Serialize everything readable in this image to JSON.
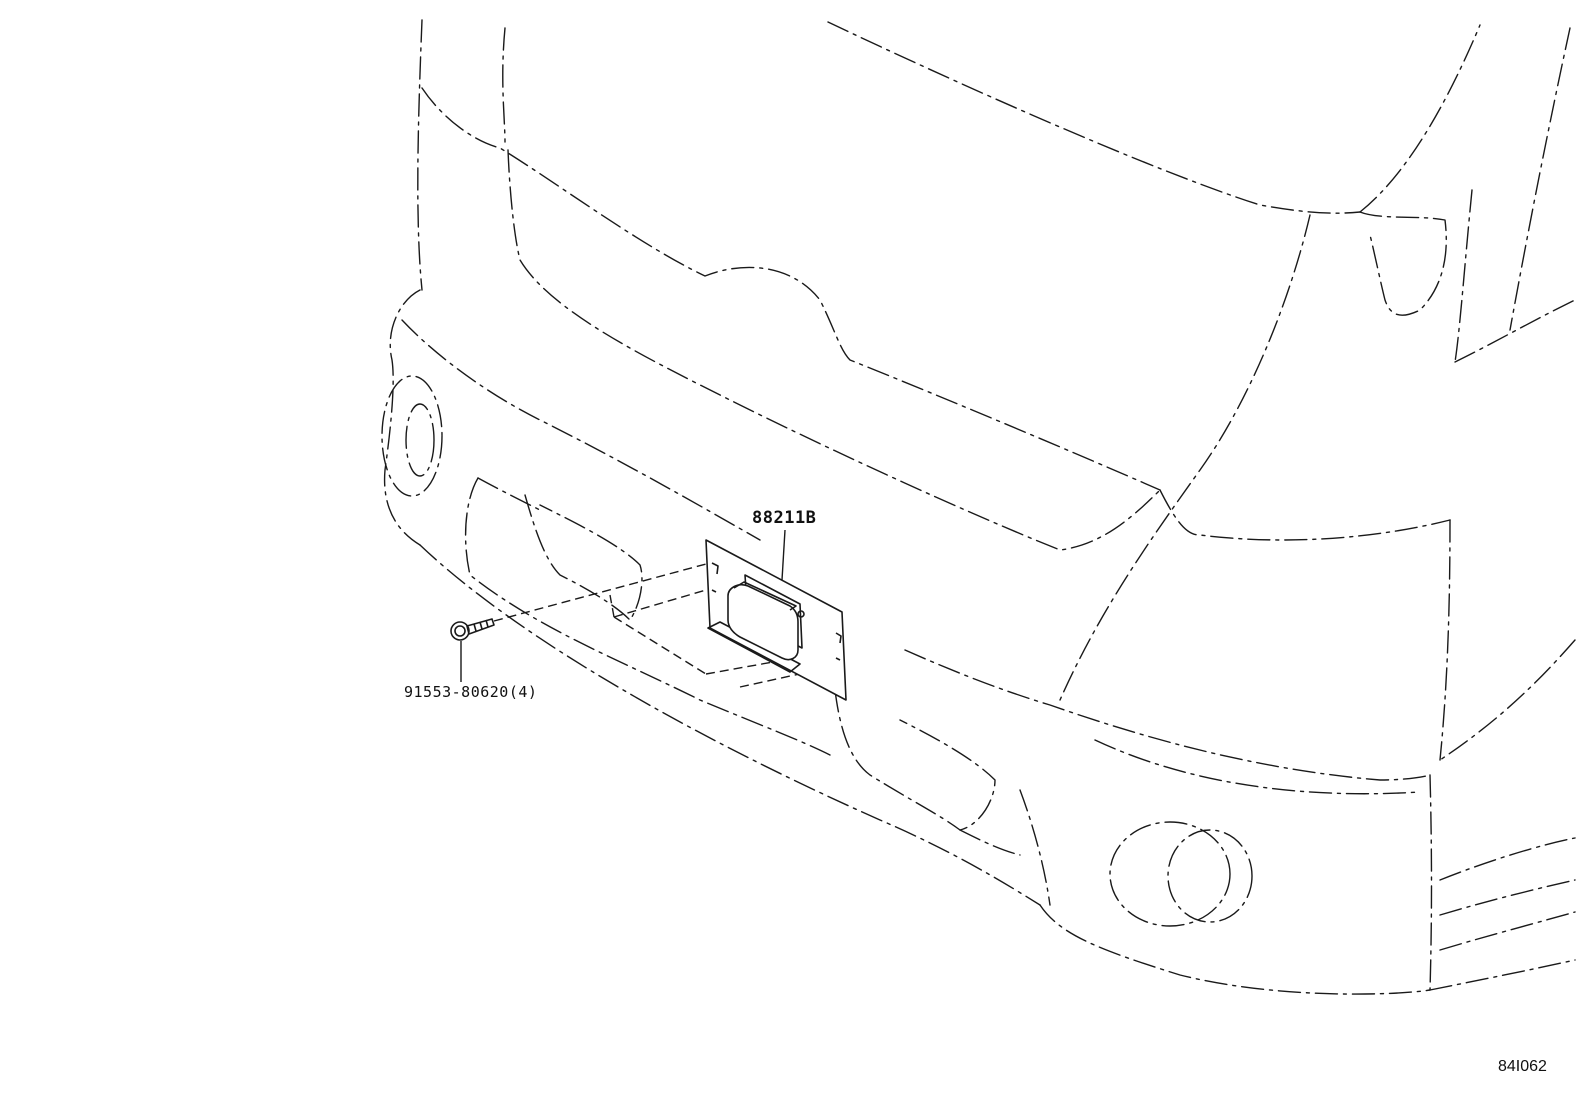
{
  "diagram": {
    "labels": {
      "main_part": "88211B",
      "fastener": "91553-80620(4)",
      "illustration_id": "84I062"
    },
    "components": [
      {
        "part_number": "88211B",
        "icon": "radar-sensor-bracket-icon"
      },
      {
        "part_number": "91553-80620(4)",
        "icon": "bolt-icon"
      }
    ],
    "colors": {
      "line": "#1a1a1a",
      "background": "#ffffff"
    }
  }
}
